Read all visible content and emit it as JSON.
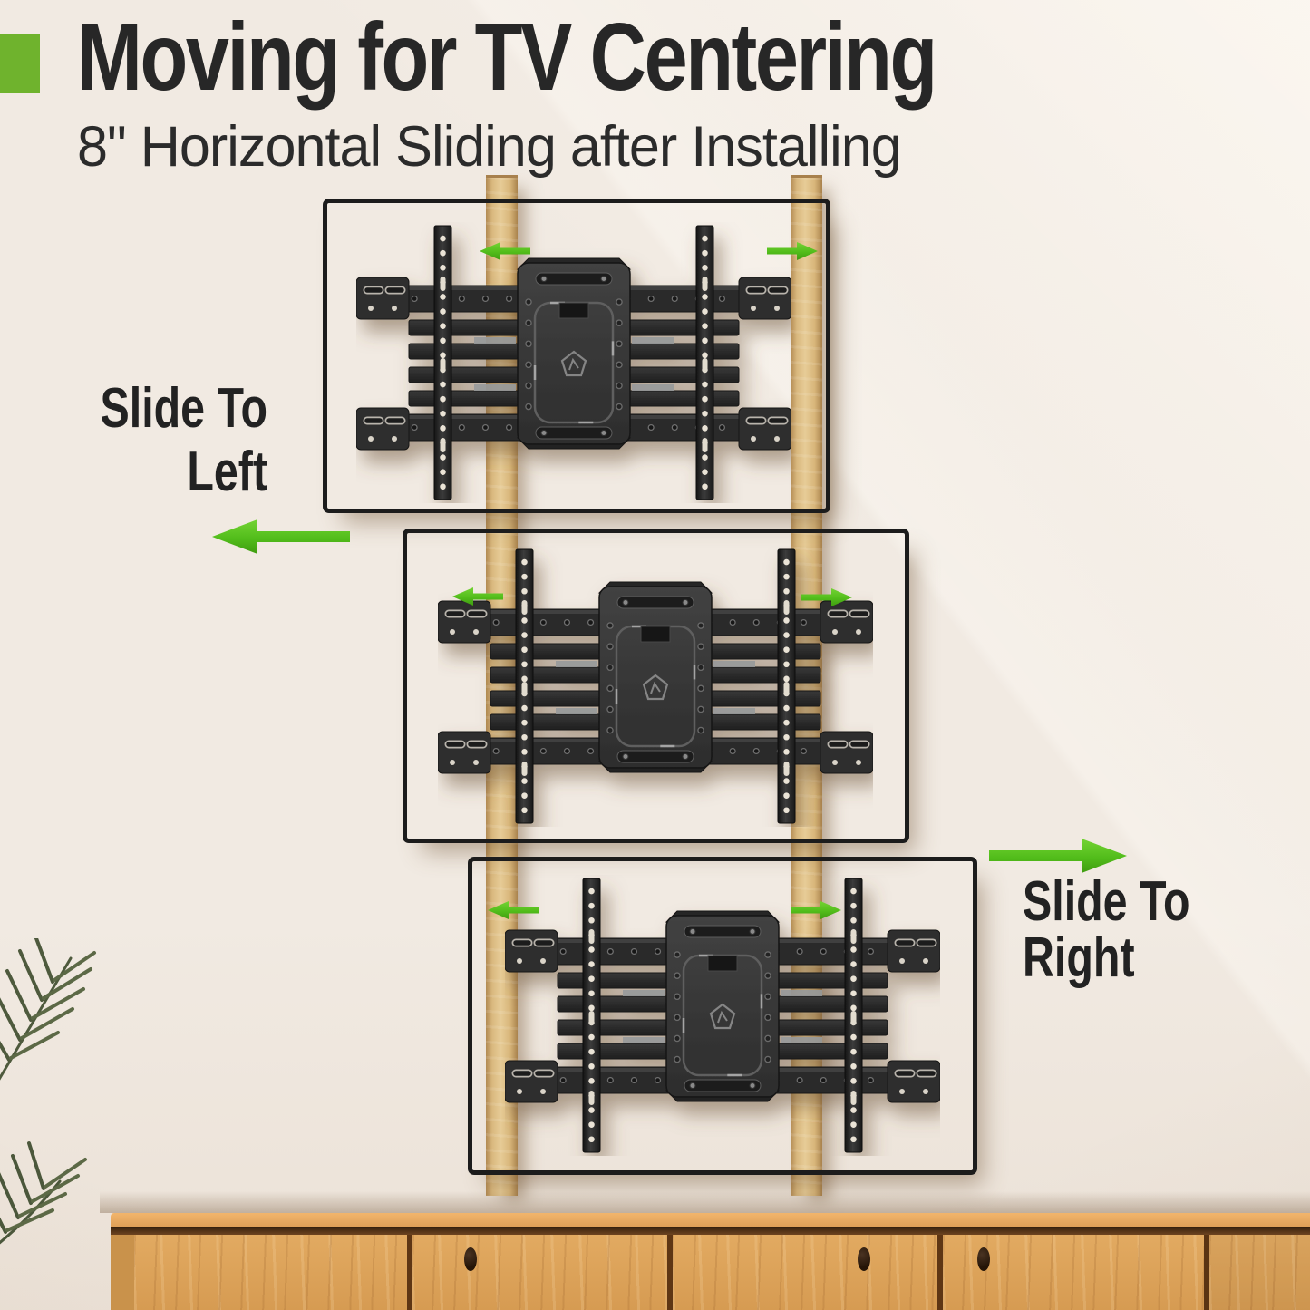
{
  "header": {
    "title": "Moving for TV Centering",
    "subtitle": "8\" Horizontal Sliding after Installing",
    "accent_color": "#6FB32D"
  },
  "annotations": {
    "slide_left": {
      "line1": "Slide To",
      "line2": "Left"
    },
    "slide_right": {
      "line1": "Slide To",
      "line2": "Right"
    }
  },
  "diagrams": [
    {
      "id": "top",
      "tv_position": "slid left of studs",
      "arrow_icons": [
        "slide-left-arrow-icon",
        "slide-right-arrow-icon"
      ]
    },
    {
      "id": "middle",
      "tv_position": "centered on studs",
      "arrow_icons": [
        "slide-left-arrow-icon",
        "slide-right-arrow-icon"
      ]
    },
    {
      "id": "bottom",
      "tv_position": "slid right of studs",
      "arrow_icons": [
        "slide-left-arrow-icon",
        "slide-right-arrow-icon"
      ]
    }
  ],
  "icons": {
    "big_left_arrow": "left-pointing green arrow",
    "big_right_arrow": "right-pointing green arrow",
    "small_outward_arrows": "green slide-direction arrows",
    "mount_logo": "diamond brand mark on wall plate"
  },
  "colors": {
    "accent_green": "#6FB32D",
    "arrow_green": "#52BD1B",
    "heading_text": "#272727",
    "wall": "#F1EAE2",
    "stud_wood": "#D9B87E",
    "cabinet_wood": "#DCA55E",
    "mount_metal": "#2B2B2B",
    "plant_green": "#4E5A3D"
  }
}
